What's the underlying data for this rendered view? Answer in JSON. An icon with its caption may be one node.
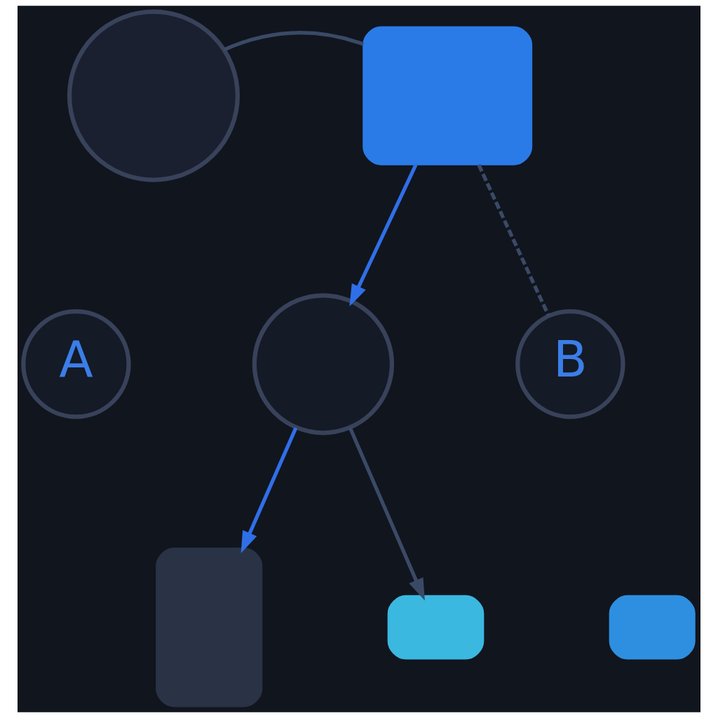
{
  "diagram": {
    "nodes": [
      {
        "text": [],
        "shape": "circle"
      },
      {
        "text": [],
        "shape": "box"
      },
      {
        "text": [
          "A"
        ]
      },
      {
        "text": [],
        "shape": "circle"
      },
      {
        "text": [
          "B"
        ]
      },
      {
        "text": [],
        "shape": "box"
      },
      {
        "text": [],
        "shape": "box"
      },
      {
        "text": [],
        "shape": "box"
      }
    ],
    "edges": [
      {
        "from": 0,
        "to": 1,
        "arrow": "none"
      },
      {
        "from": 1,
        "to": 4,
        "arrow": "none",
        "style": "dashed"
      },
      {
        "from": 1,
        "to": 3,
        "arrow": "to",
        "color": "#2f6fe8"
      },
      {
        "from": 3,
        "to": 5,
        "arrow": "to",
        "color": "#2f6fe8"
      },
      {
        "from": 3,
        "to": 6,
        "arrow": "to"
      }
    ]
  }
}
